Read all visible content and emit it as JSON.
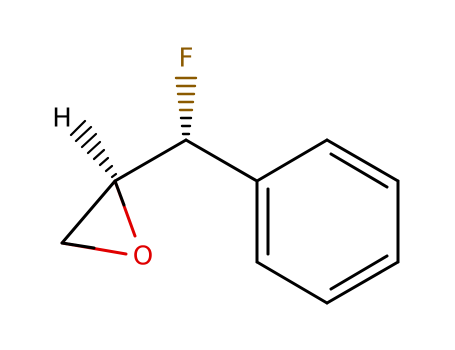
{
  "diagram": {
    "atoms": {
      "fluorine": {
        "symbol": "F"
      },
      "hydrogen": {
        "symbol": "H"
      },
      "oxygen": {
        "symbol": "O"
      }
    },
    "colors": {
      "bond": "#000000",
      "fluorine": "#8B5A00",
      "oxygen": "#e00000",
      "hydrogen": "#000000",
      "background": "#ffffff"
    }
  }
}
